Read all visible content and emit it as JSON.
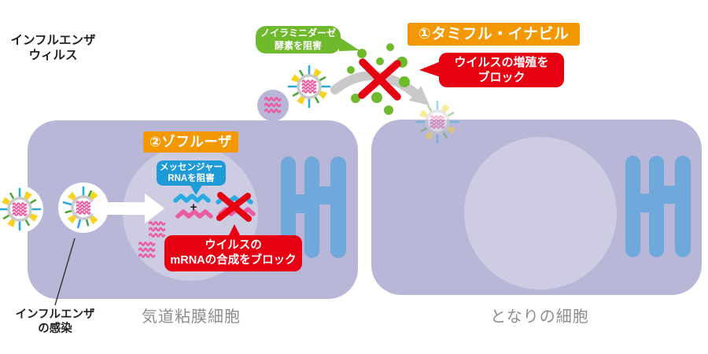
{
  "labels": {
    "virus": {
      "line1": "インフルエンザ",
      "line2": "ウィルス"
    },
    "infection": {
      "line1": "インフルエンザ",
      "line2": "の感染"
    },
    "left_cell_caption": "気道粘膜細胞",
    "right_cell_caption": "となりの細胞",
    "plus": "+"
  },
  "callouts": {
    "neuraminidase": {
      "line1": "ノイラミニダーゼ",
      "line2": "酵素を阻害"
    },
    "drug1_title": "①タミフル・イナビル",
    "drug1_effect": {
      "line1": "ウイルスの増殖を",
      "line2": "ブロック"
    },
    "drug2_title": "②ゾフルーザ",
    "mrna_inhibit": {
      "line1": "メッセンジャー",
      "line2": "RNAを阻害"
    },
    "mrna_block": {
      "line1": "ウイルスの",
      "line2": "mRNAの合成をブロック"
    }
  },
  "icons": {
    "virus": "influenza-virus-particle",
    "green_dot": "drug-molecule",
    "red_x": "block-cross",
    "gray_arrow": "blocked-spread-arrow",
    "white_arrow": "infection-arrow",
    "membrane_protein": "membrane-protein-channel",
    "rna": "viral-rna-wavy-strand",
    "zigzag": "mrna-strand"
  },
  "colors": {
    "cell": "#B9B7D7",
    "nucleus": "#CECCE3",
    "membrane_protein": "#6FA8DB",
    "orange": "#F39800",
    "green": "#6FBA2C",
    "red": "#E60012",
    "blue": "#1E9BD7",
    "pink": "#EA5BA0",
    "spike_yellow": "#F5D423",
    "spike_blue": "#29ABE2",
    "spike_green": "#4EA73A",
    "virus_ring": "#C8C9CB",
    "arrow_gray": "#C9C9C9",
    "caption_gray": "#8d8d8d"
  }
}
